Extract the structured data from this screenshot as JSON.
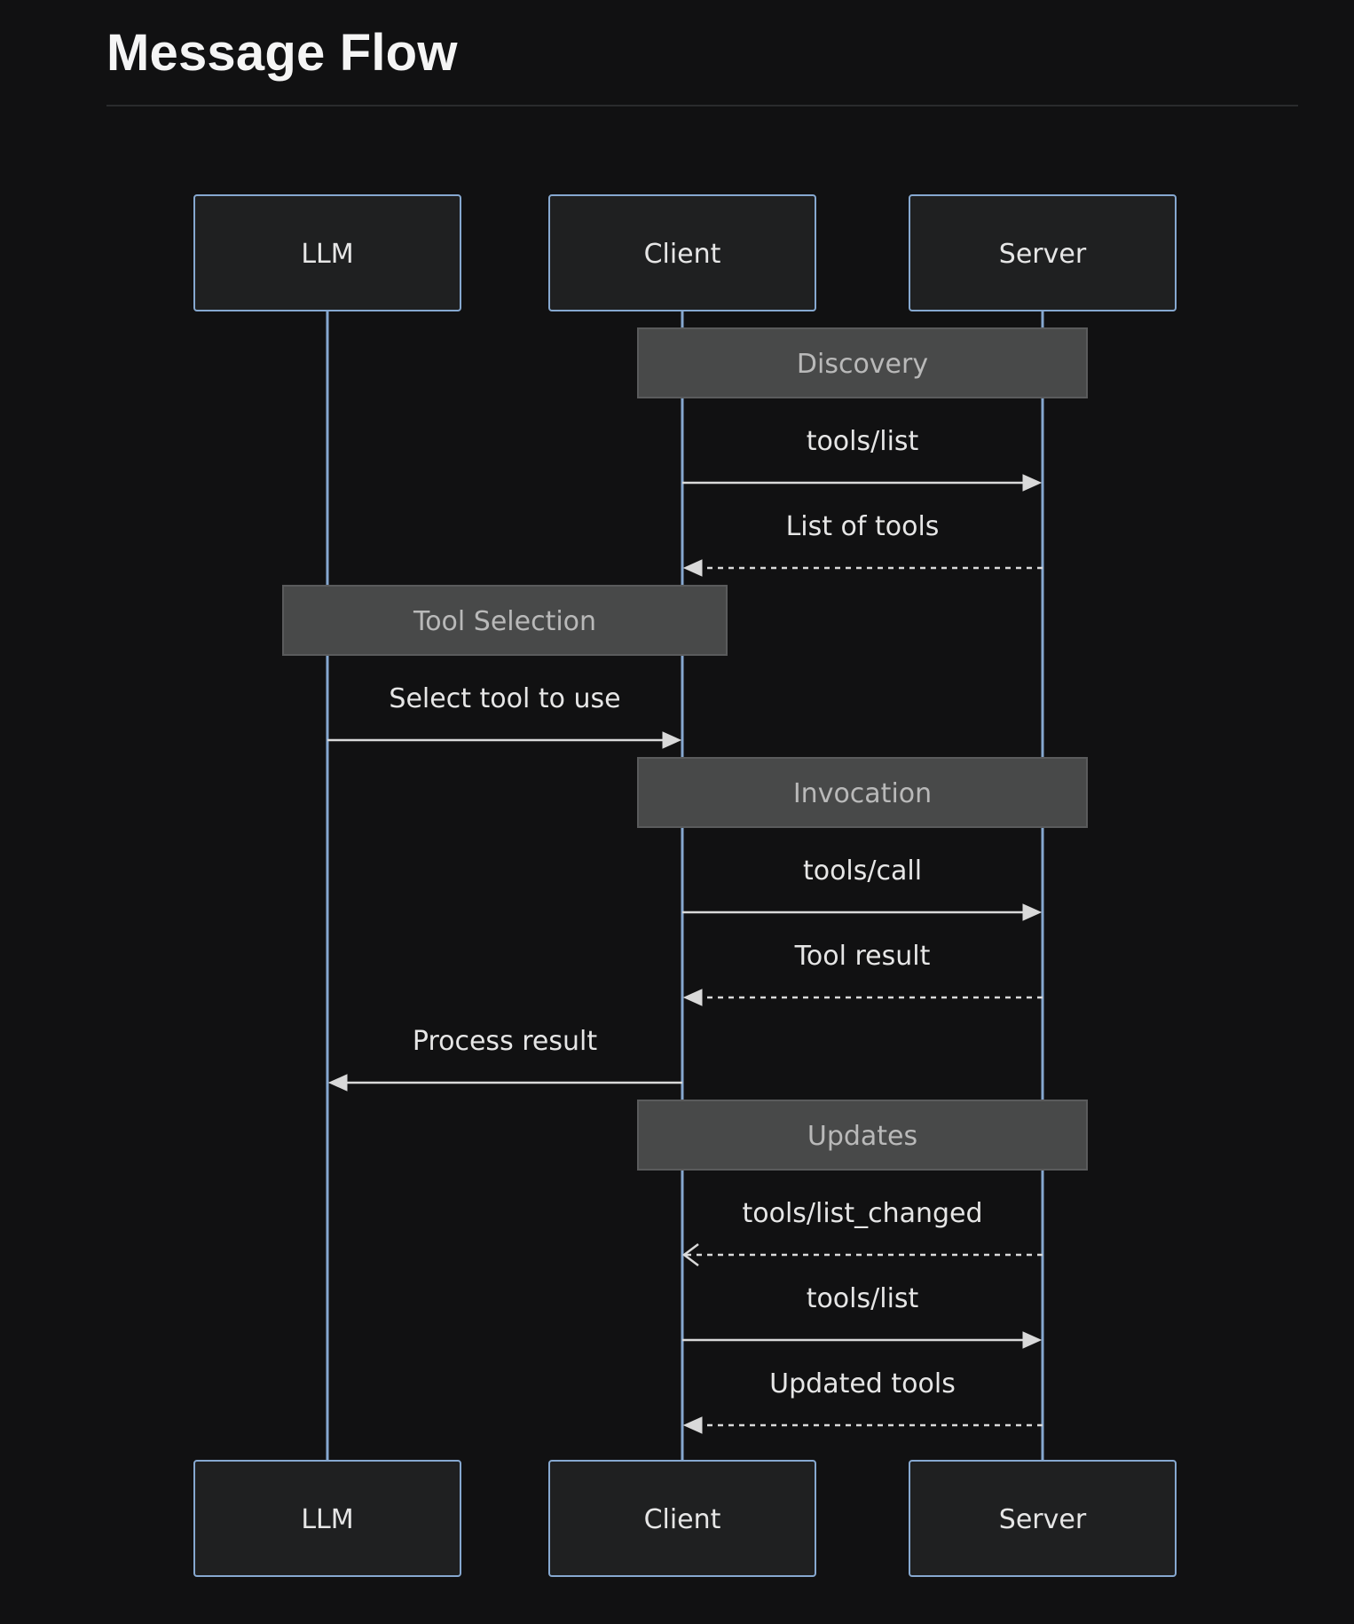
{
  "title": "Message Flow",
  "actors": [
    {
      "id": "llm",
      "label": "LLM"
    },
    {
      "id": "client",
      "label": "Client"
    },
    {
      "id": "server",
      "label": "Server"
    }
  ],
  "sequence": [
    {
      "kind": "note",
      "from": "client",
      "to": "server",
      "label": "Discovery"
    },
    {
      "kind": "message",
      "from": "client",
      "to": "server",
      "label": "tools/list",
      "style": "solid",
      "head": "filled"
    },
    {
      "kind": "message",
      "from": "server",
      "to": "client",
      "label": "List of tools",
      "style": "dashed",
      "head": "filled"
    },
    {
      "kind": "note",
      "from": "llm",
      "to": "client",
      "label": "Tool Selection"
    },
    {
      "kind": "message",
      "from": "llm",
      "to": "client",
      "label": "Select tool to use",
      "style": "solid",
      "head": "filled"
    },
    {
      "kind": "note",
      "from": "client",
      "to": "server",
      "label": "Invocation"
    },
    {
      "kind": "message",
      "from": "client",
      "to": "server",
      "label": "tools/call",
      "style": "solid",
      "head": "filled"
    },
    {
      "kind": "message",
      "from": "server",
      "to": "client",
      "label": "Tool result",
      "style": "dashed",
      "head": "filled"
    },
    {
      "kind": "message",
      "from": "client",
      "to": "llm",
      "label": "Process result",
      "style": "solid",
      "head": "filled"
    },
    {
      "kind": "note",
      "from": "client",
      "to": "server",
      "label": "Updates"
    },
    {
      "kind": "message",
      "from": "server",
      "to": "client",
      "label": "tools/list_changed",
      "style": "dashed",
      "head": "open"
    },
    {
      "kind": "message",
      "from": "client",
      "to": "server",
      "label": "tools/list",
      "style": "solid",
      "head": "filled"
    },
    {
      "kind": "message",
      "from": "server",
      "to": "client",
      "label": "Updated tools",
      "style": "dashed",
      "head": "filled"
    }
  ]
}
